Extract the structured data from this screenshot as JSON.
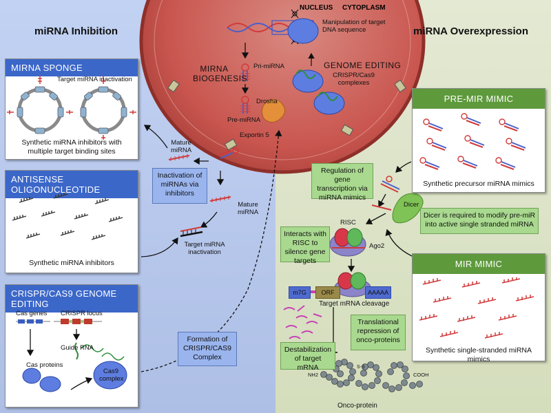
{
  "regions": {
    "nucleus": "NUCLEUS",
    "cytoplasm": "CYTOPLASM"
  },
  "left_header": "miRNA Inhibition",
  "right_header": "miRNA Overexpression",
  "nucleus_labels": {
    "manipulation": "Manipulation of target DNA sequence",
    "genome_editing": "GENOME EDITING",
    "crispr_complexes": "CRISPR/Cas9 complexes",
    "mirna_biogenesis": "MIRNA BIOGENESIS",
    "pri_mirna": "Pri-miRNA",
    "pre_mirna": "Pre-miRNA",
    "drosha": "Drosha",
    "exportin": "Exportin 5"
  },
  "panels": {
    "sponge": {
      "title": "MIRNA SPONGE",
      "target_label": "Target miRNA inactivation",
      "caption": "Synthetic miRNA inhibitors with multiple target binding sites"
    },
    "antisense": {
      "title": "ANTISENSE OLIGONUCLEOTIDE",
      "caption": "Synthetic miRNA inhibitors"
    },
    "crispr": {
      "title": "CRISPR/CAS9 GENOME EDITING",
      "cas_genes": "Cas genes",
      "crispr_locus": "CRISPR locus",
      "guide_rna": "Guide RNA",
      "cas_proteins": "Cas proteins",
      "cas9_complex": "Cas9 complex"
    },
    "premir": {
      "title": "PRE-MIR MIMIC",
      "caption": "Synthetic precursor miRNA mimics"
    },
    "mirmimic": {
      "title": "MIR MIMIC",
      "caption": "Synthetic single-stranded miRNA mimics"
    }
  },
  "center_left": {
    "mature1": "Mature miRNA",
    "mature2": "Mature miRNA",
    "target_inactivation": "Target miRNA inactivation",
    "inactivation_box": "Inactivation of miRNAs via inhibitors",
    "formation_box": "Formation of CRISPR/CAS9 Complex"
  },
  "center_right": {
    "regulation_box": "Regulation of gene transcription via miRNA mimics",
    "dicer": "Dicer",
    "dicer_box": "Dicer is required to modify pre-miR into active single stranded miRNA",
    "risc": "RISC",
    "ago2": "Ago2",
    "interacts_box": "Interacts with RISC to silence gene targets",
    "m7g": "m7G",
    "orf": "ORF",
    "polya": "AAAAA",
    "cleavage": "Target mRNA cleavage",
    "translational_box": "Translational repression of onco-proteins",
    "destabilization_box": "Destabilization of target mRNA",
    "onco_protein": "Onco-protein",
    "nh2": "NH2",
    "cooh": "COOH",
    "ss": "S-S"
  },
  "colors": {
    "left_bg": "#b9c9ec",
    "right_bg": "#dbe3c8",
    "nucleus": "#c9564f",
    "blue_title": "#3b67c9",
    "green_title": "#5e9a3c",
    "blue_box": "#9ab5ee",
    "green_box": "#a9d98f"
  }
}
